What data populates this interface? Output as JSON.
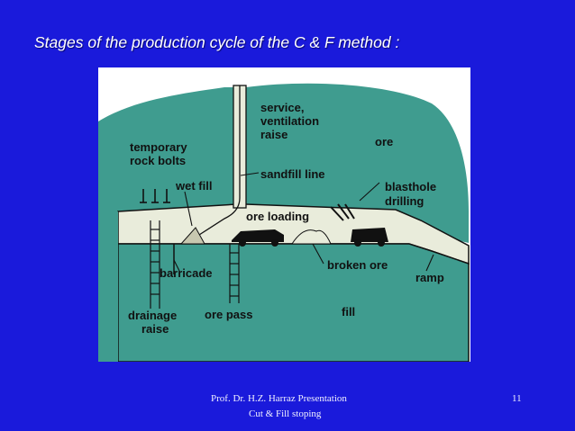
{
  "slide": {
    "title": "Stages of the production cycle of the C & F method :",
    "footer_line1": "Prof. Dr. H.Z. Harraz Presentation",
    "footer_line2": "Cut & Fill stoping",
    "page_number": "11"
  },
  "diagram": {
    "labels": {
      "service": "service,",
      "ventilation": "ventilation",
      "raise_top": "raise",
      "ore": "ore",
      "temporary": "temporary",
      "rock_bolts": "rock bolts",
      "wet_fill": "wet fill",
      "sandfill_line": "sandfill line",
      "blasthole": "blasthole",
      "drilling": "drilling",
      "ore_loading": "ore loading",
      "broken_ore": "broken ore",
      "barricade": "barricade",
      "ramp": "ramp",
      "drainage": "drainage",
      "raise_bottom": "raise",
      "ore_pass": "ore pass",
      "fill": "fill"
    },
    "colors": {
      "rock": "#3f9c8f",
      "opening": "#e9ecdb",
      "outline": "#111111"
    }
  }
}
